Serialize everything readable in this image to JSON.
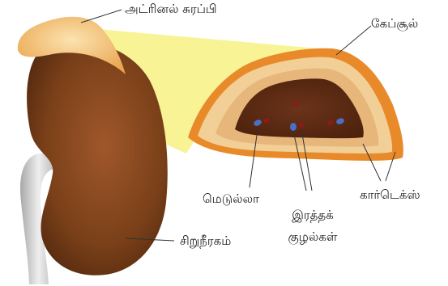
{
  "labels": {
    "adrenal_gland": "அட்ரினல் சுரப்பி",
    "capsule": "கேப்சூல்",
    "medulla": "மெடுல்லா",
    "blood_vessels_line1": "இரத்தக்",
    "blood_vessels_line2": "குழல்கள்",
    "cortex": "கார்டெக்ஸ்",
    "kidney": "சிறுநீரகம்"
  },
  "colors": {
    "kidney": "#7a4019",
    "adrenal": "#f0b45a",
    "highlight_cone": "#f7f38a",
    "capsule": "#e98a2a",
    "cortex": "#f1cf96",
    "medulla": "#5a2a10",
    "vessel_blue": "#4a6fc8",
    "vessel_red": "#8b1a1a",
    "ureter": "#c9c9c9"
  }
}
